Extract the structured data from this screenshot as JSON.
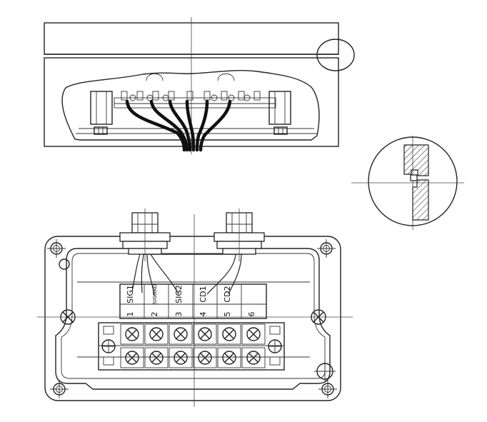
{
  "terminal_block": {
    "terminals": [
      {
        "number": "1",
        "label": "SIG1"
      },
      {
        "number": "2",
        "label": "SIGGND"
      },
      {
        "number": "3",
        "label": "SIG2"
      },
      {
        "number": "4",
        "label": "CD1"
      },
      {
        "number": "5",
        "label": "CD2"
      },
      {
        "number": "6",
        "label": ""
      }
    ]
  }
}
